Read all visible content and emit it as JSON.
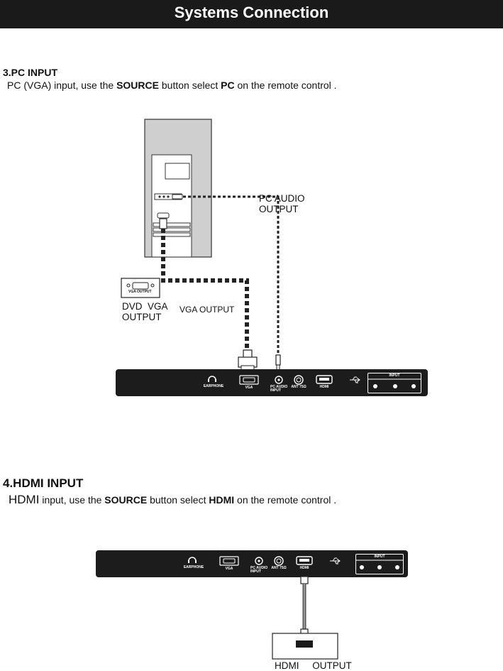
{
  "header": {
    "title": "Systems Connection"
  },
  "pc_section": {
    "title": "3.PC INPUT",
    "desc": {
      "pre": "PC (VGA) input, use the ",
      "b1": "SOURCE",
      "mid": " button select ",
      "b2": "PC",
      "post": " on the remote control ."
    },
    "labels": {
      "pc_audio_output": "PC AUDIO\nOUTPUT",
      "dvd_vga_output": "DVD  VGA\nOUTPUT",
      "vga_output": "VGA OUTPUT",
      "dvd_box_text": "VGA OUTPUT"
    }
  },
  "hdmi_section": {
    "title": "4.HDMI INPUT",
    "desc": {
      "pre": "HDMI",
      "mid1": " input, use the ",
      "b1": "SOURCE",
      "mid2": " button select ",
      "b2": "HDMI",
      "post": " on the remote control ."
    },
    "labels": {
      "hdmi_output": "HDMI     OUTPUT"
    }
  },
  "tv_panel": {
    "earphone": "EARPHONE",
    "vga": "VGA",
    "pc_audio_input": "PC AUDIO\nINPUT",
    "ant": "ANT 75Ω",
    "hdmi": "HDMI",
    "input": "INPUT"
  },
  "colors": {
    "banner": "#1a1a1a",
    "panel": "#1c1c1c",
    "computer": "#cfcfcf",
    "cable": "#222222"
  }
}
